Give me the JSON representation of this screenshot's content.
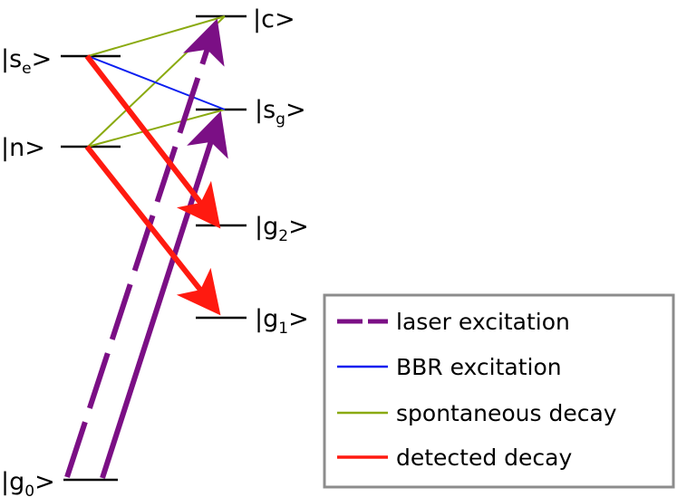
{
  "colors": {
    "laser": "#7b0f85",
    "bbr": "#0a1ef0",
    "spontaneous": "#8aaa10",
    "detected": "#ff1a10",
    "level": "#000000",
    "legend_border": "#8c8c8c"
  },
  "levels": {
    "c": {
      "prefix": "|c>"
    },
    "se": {
      "prefix": "|s",
      "sub": "e",
      "suffix": ">"
    },
    "n": {
      "prefix": "|n>"
    },
    "sg": {
      "prefix": "|s",
      "sub": "g",
      "suffix": ">"
    },
    "g2": {
      "prefix": "|g",
      "sub": "2",
      "suffix": ">"
    },
    "g1": {
      "prefix": "|g",
      "sub": "1",
      "suffix": ">"
    },
    "g0": {
      "prefix": "|g",
      "sub": "0",
      "suffix": ">"
    }
  },
  "legend": {
    "laser": "laser excitation",
    "bbr": "BBR excitation",
    "spontaneous": "spontaneous decay",
    "detected": "detected decay"
  }
}
